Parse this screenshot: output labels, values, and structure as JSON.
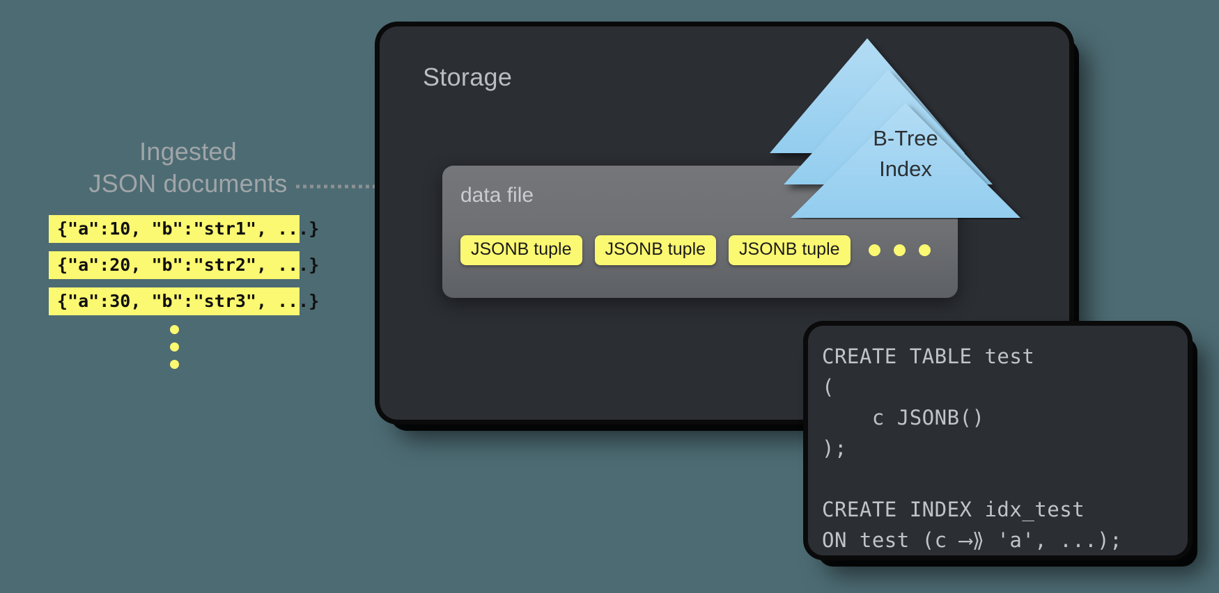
{
  "canvas": {
    "background_color": "#4d6b73",
    "panel_color": "#2b2e33",
    "highlight_color": "#fbf871",
    "index_color": "#9fd4f0",
    "muted_text_color": "#a0a5a8"
  },
  "ingest": {
    "title": "Ingested\nJSON documents",
    "documents": [
      "{\"a\":10, \"b\":\"str1\", ...}",
      "{\"a\":20, \"b\":\"str2\", ...}",
      "{\"a\":30, \"b\":\"str3\", ...}"
    ],
    "continuation_dots": 3,
    "arrow": {
      "style": "dotted",
      "direction": "right",
      "target": "data file"
    }
  },
  "storage": {
    "title": "Storage",
    "data_file": {
      "label": "data file",
      "tuples": [
        "JSONB tuple",
        "JSONB tuple",
        "JSONB tuple"
      ],
      "continuation_dots": 3
    },
    "btree": {
      "label": "B-Tree\nIndex",
      "layers": 3,
      "fill": "#9fd4f0"
    }
  },
  "code": {
    "language": "sql",
    "text": "CREATE TABLE test\n(\n    c JSONB()\n);\n\nCREATE INDEX idx_test\nON test (c ⟶⟫ 'a', ...);",
    "lines": [
      "CREATE TABLE test",
      "(",
      "    c JSONB()",
      ");",
      "",
      "CREATE INDEX idx_test",
      "ON test (c ⟶⟫ 'a', ...);"
    ]
  }
}
